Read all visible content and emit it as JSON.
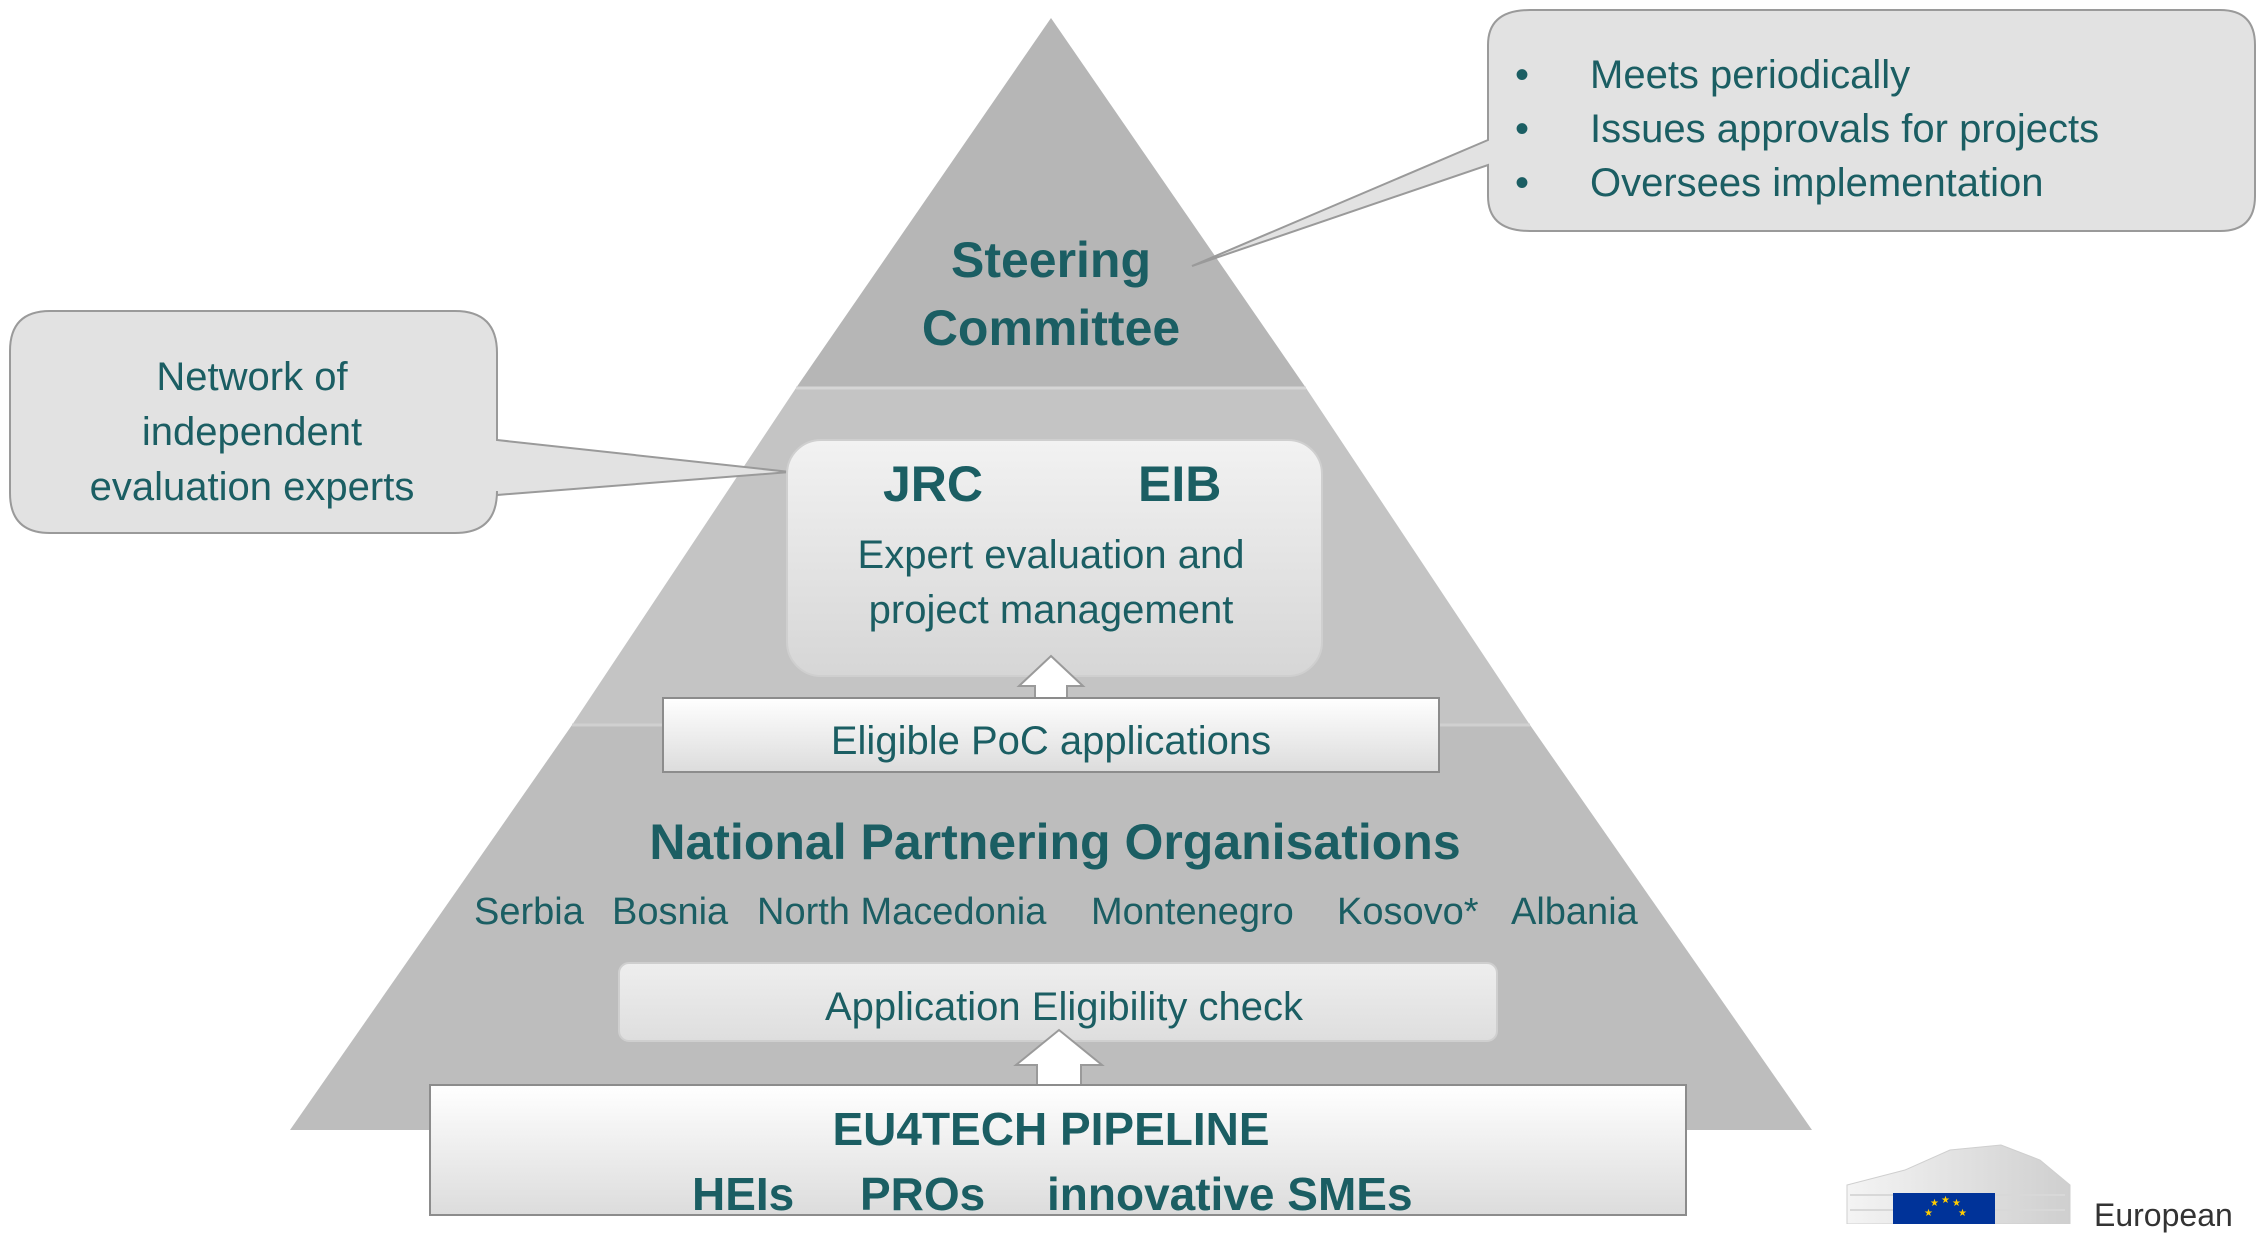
{
  "steering": {
    "line1": "Steering",
    "line2": "Committee"
  },
  "steering_callout": {
    "bullets": [
      "Meets periodically",
      "Issues approvals for projects",
      "Oversees implementation"
    ]
  },
  "experts_callout": {
    "line1": "Network of",
    "line2": "independent",
    "line3": "evaluation experts"
  },
  "middle_box": {
    "org1": "JRC",
    "org2": "EIB",
    "line1": "Expert evaluation and",
    "line2": "project management"
  },
  "eligible_bar": {
    "label": "Eligible PoC applications"
  },
  "npo": {
    "title": "National Partnering Organisations",
    "countries": [
      "Serbia",
      "Bosnia",
      "North Macedonia",
      "Montenegro",
      "Kosovo*",
      "Albania"
    ]
  },
  "eligibility_bar": {
    "label": "Application Eligibility check"
  },
  "pipeline": {
    "title": "EU4TECH PIPELINE",
    "items": [
      "HEIs",
      "PROs",
      "innovative SMEs"
    ]
  },
  "logo": {
    "text": "European"
  },
  "colors": {
    "text": "#1b5e63",
    "pyramid_top": "#b9b9b9",
    "pyramid_mid": "#c3c3c3",
    "pyramid_bottom": "#bdbdbd",
    "callout_fill": "#e2e2e2"
  }
}
